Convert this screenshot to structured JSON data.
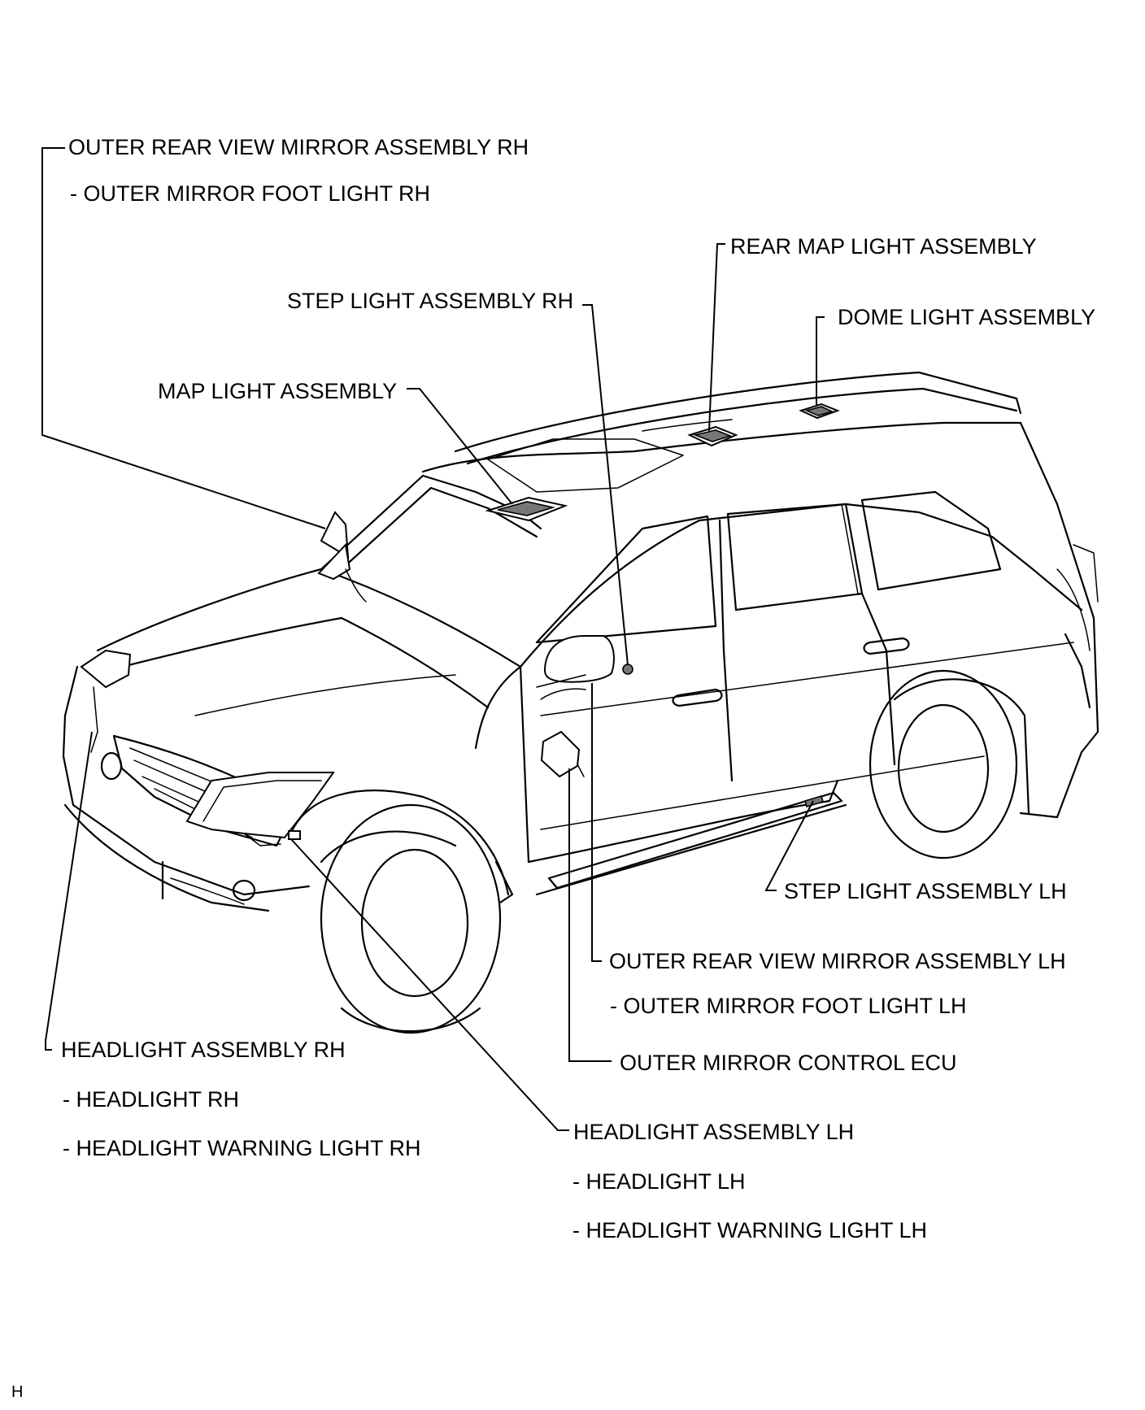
{
  "labels": {
    "outer_mirror_rh": "OUTER REAR VIEW MIRROR ASSEMBLY RH",
    "outer_mirror_rh_sub": "- OUTER MIRROR FOOT LIGHT RH",
    "rear_map_light": "REAR MAP LIGHT ASSEMBLY",
    "step_light_rh": "STEP LIGHT ASSEMBLY RH",
    "dome_light": "DOME LIGHT ASSEMBLY",
    "map_light": "MAP LIGHT ASSEMBLY",
    "step_light_lh": "STEP LIGHT ASSEMBLY LH",
    "outer_mirror_lh": "OUTER REAR VIEW MIRROR ASSEMBLY LH",
    "outer_mirror_lh_sub": "- OUTER MIRROR FOOT LIGHT LH",
    "outer_mirror_ecu": "OUTER MIRROR CONTROL ECU",
    "headlight_rh": "HEADLIGHT ASSEMBLY RH",
    "headlight_rh_sub1": "- HEADLIGHT RH",
    "headlight_rh_sub2": "- HEADLIGHT WARNING LIGHT RH",
    "headlight_lh": "HEADLIGHT ASSEMBLY LH",
    "headlight_lh_sub1": "- HEADLIGHT LH",
    "headlight_lh_sub2": "- HEADLIGHT WARNING LIGHT LH"
  },
  "figure_code": "H"
}
